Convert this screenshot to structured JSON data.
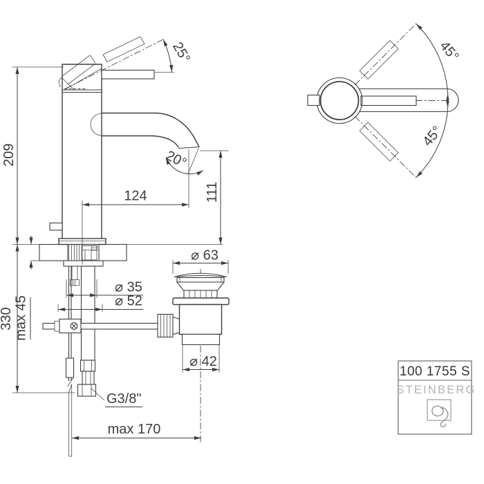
{
  "label_box": {
    "article_number": "100 1755 S",
    "brand_name": "STEINBERG"
  },
  "side_view": {
    "handle_max_angle": "25°",
    "total_height": "209",
    "spout_outlet_angle": "20°",
    "spout_reach": "124",
    "outlet_height": "111",
    "countertop_max_thickness": "max 45",
    "below_counter_depth": "330",
    "shank_diameter": "⌀ 35",
    "base_diameter": "⌀ 52",
    "hose_thread": "G3/8\"",
    "rod_max_reach": "max 170"
  },
  "top_view": {
    "swivel_angle_up": "45°",
    "swivel_angle_down": "45°"
  },
  "drain": {
    "plug_diameter": "⌀ 63",
    "tail_diameter": "⌀ 42"
  },
  "colors": {
    "line": "#3d3d3d",
    "brand_gray": "#b3b3b3",
    "background": "#ffffff"
  }
}
